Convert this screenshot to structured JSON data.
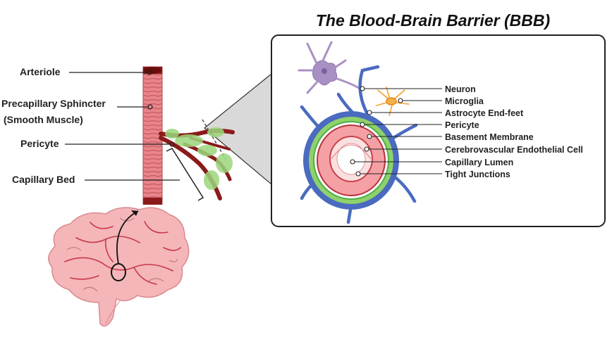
{
  "title": "The Blood-Brain Barrier (BBB)",
  "left_labels": {
    "arteriole": "Arteriole",
    "sphincter_line1": "Precapillary Sphincter",
    "sphincter_line2": "(Smooth Muscle)",
    "pericyte": "Pericyte",
    "capillary_bed": "Capillary Bed"
  },
  "bbb_labels": {
    "neuron": "Neuron",
    "microglia": "Microglia",
    "astrocyte": "Astrocyte End-feet",
    "pericyte": "Pericyte",
    "basement": "Basement Membrane",
    "endothelial": "Cerebrovascular Endothelial Cell",
    "lumen": "Capillary Lumen",
    "tight": "Tight Junctions"
  },
  "colors": {
    "vessel_red": "#e8858a",
    "vessel_dark": "#8b1a1a",
    "astrocyte_blue": "#4a6bbf",
    "pericyte_green": "#8fd16a",
    "neuron_purple": "#a990c4",
    "microglia_orange": "#f0a030",
    "brain_pink": "#f4b6b8"
  }
}
